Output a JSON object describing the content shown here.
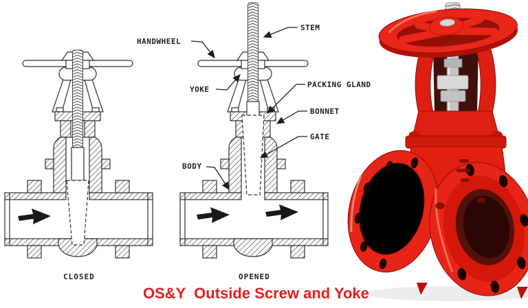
{
  "title": {
    "text": "OS&Y  Outside Screw and Yoke"
  },
  "labels": {
    "handwheel": "HANDWHEEL",
    "stem": "STEM",
    "yoke": "YOKE",
    "packing_gland": "PACKING GLAND",
    "bonnet": "BONNET",
    "gate": "GATE",
    "body": "BODY"
  },
  "captions": {
    "closed": "CLOSED",
    "opened": "OPENED"
  },
  "colors": {
    "title_red": "#e01f1f",
    "valve_red": "#e8261a",
    "line_dark": "#2e2e2e"
  }
}
